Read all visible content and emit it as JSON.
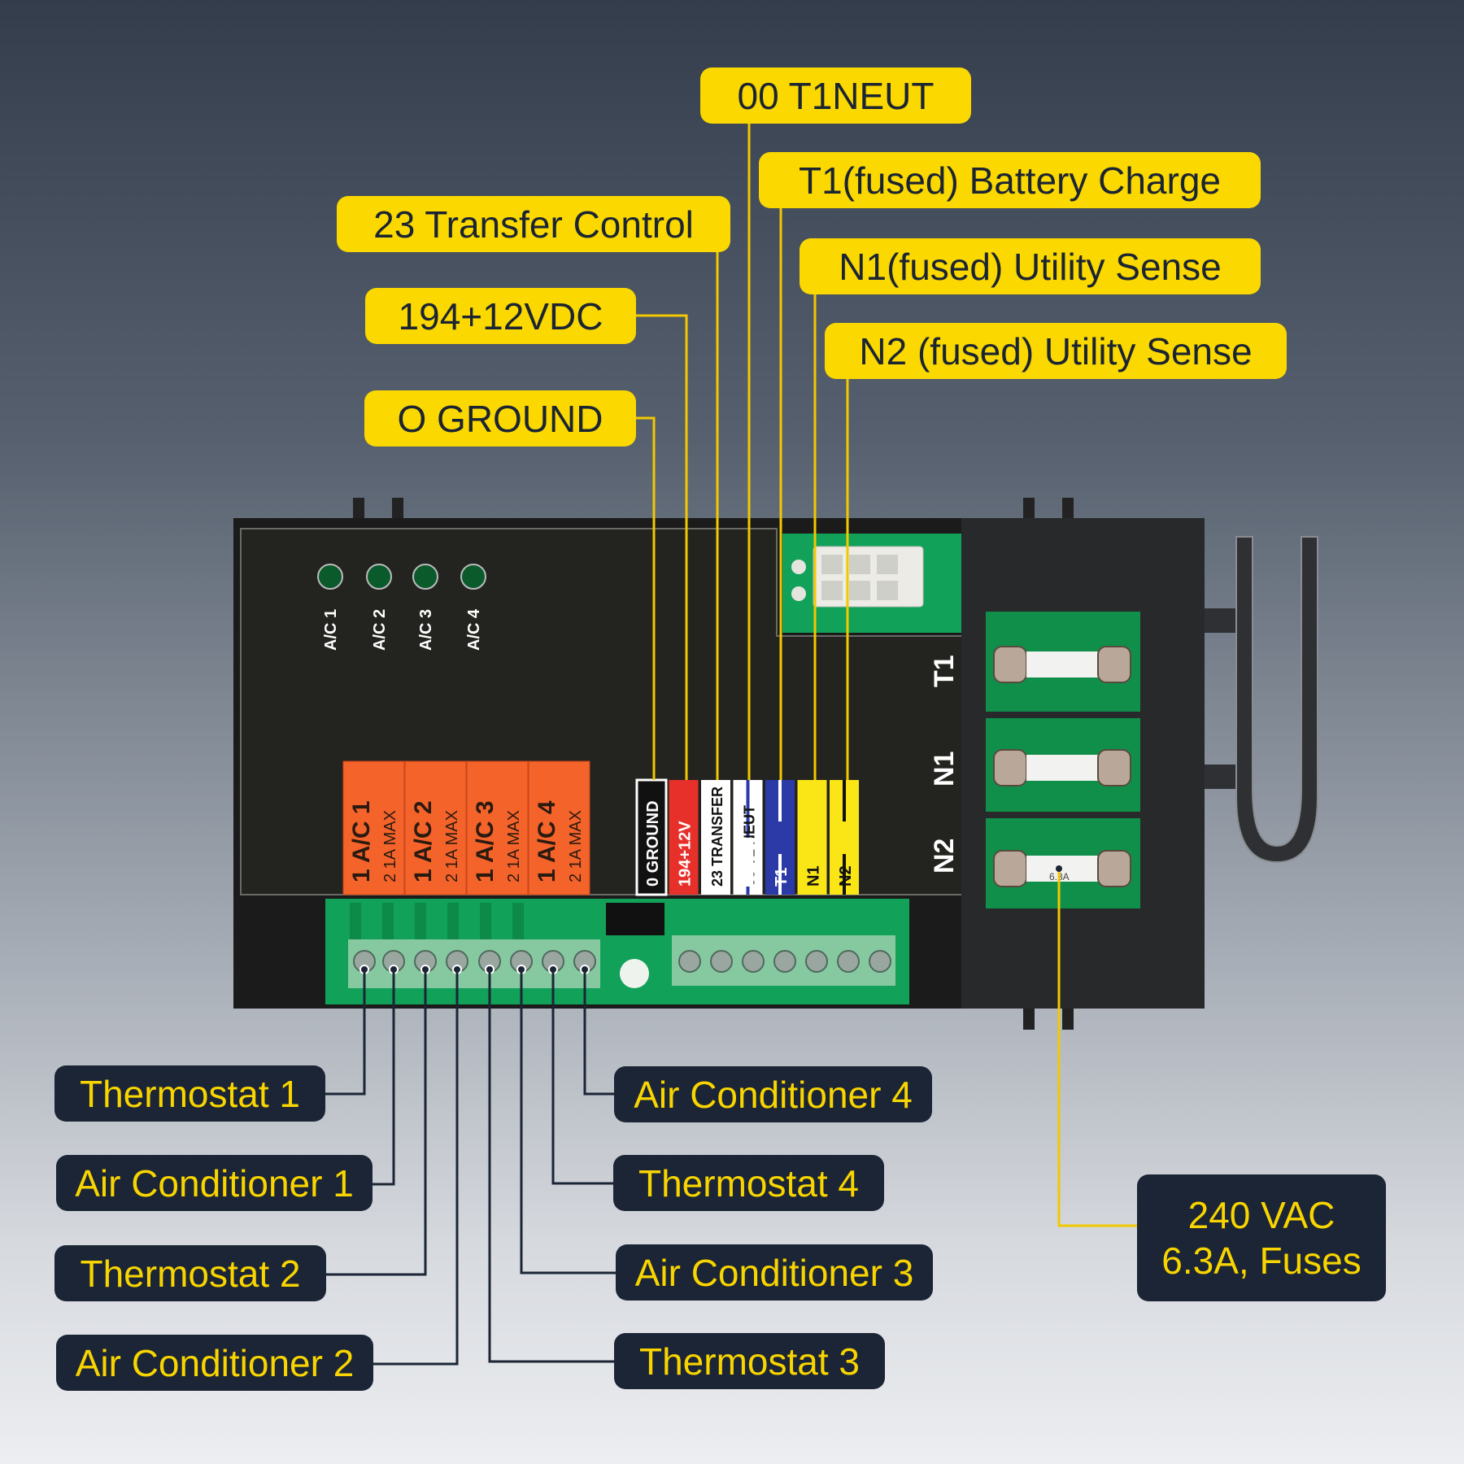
{
  "top_callouts": {
    "t1neut": "00 T1NEUT",
    "t1_battery": "T1(fused) Battery Charge",
    "transfer": "23 Transfer Control",
    "n1_sense": "N1(fused) Utility Sense",
    "vdc": "194+12VDC",
    "n2_sense": "N2 (fused) Utility Sense",
    "ground": "O GROUND"
  },
  "bottom_callouts": {
    "thermostat1": "Thermostat 1",
    "ac1": "Air Conditioner 1",
    "thermostat2": "Thermostat 2",
    "ac2": "Air Conditioner 2",
    "ac4": "Air Conditioner 4",
    "thermostat4": "Thermostat 4",
    "ac3": "Air Conditioner 3",
    "thermostat3": "Thermostat 3"
  },
  "fuse_callout": {
    "line1": "240 VAC",
    "line2": "6.3A, Fuses"
  },
  "board": {
    "leds": [
      "A/C 1",
      "A/C 2",
      "A/C 3",
      "A/C 4"
    ],
    "relay_labels": [
      {
        "main": "1  A/C 1",
        "sub": "2  1A MAX"
      },
      {
        "main": "1  A/C 2",
        "sub": "2  1A MAX"
      },
      {
        "main": "1  A/C 3",
        "sub": "2  1A MAX"
      },
      {
        "main": "1  A/C 4",
        "sub": "2  1A MAX"
      }
    ],
    "strips": [
      "0 GROUND",
      "194+12V",
      "23 TRANSFER",
      "00 T1 NEUT",
      "T1",
      "N1",
      "N2"
    ],
    "fuse_positions": [
      "T1",
      "N1",
      "N2"
    ],
    "fuse_rating": "6.3A"
  },
  "colors": {
    "callout_yellow": "#fad800",
    "callout_navy": "#1b2535",
    "relay_orange": "#f4632a",
    "pcb_green": "#12a158"
  }
}
